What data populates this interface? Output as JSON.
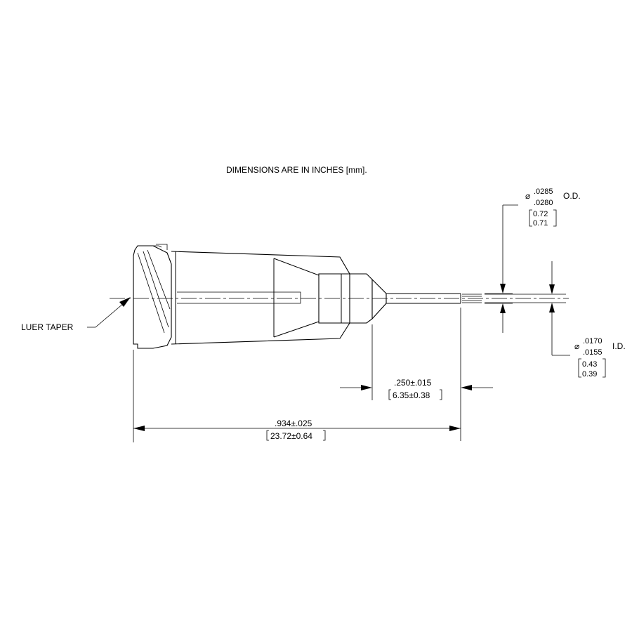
{
  "note": "DIMENSIONS ARE IN INCHES [mm].",
  "od": {
    "symbol": "⌀",
    "upper": ".0285",
    "lower": ".0280",
    "suffix": "O.D.",
    "mm_upper": "0.72",
    "mm_lower": "0.71"
  },
  "id": {
    "symbol": "⌀",
    "upper": ".0170",
    "lower": ".0155",
    "suffix": "I.D.",
    "mm_upper": "0.43",
    "mm_lower": "0.39"
  },
  "exposed_length": {
    "inch": ".250±.015",
    "mm": "6.35±0.38"
  },
  "overall_length": {
    "inch": ".934±.025",
    "mm": "23.72±0.64"
  },
  "luer_label": "LUER TAPER"
}
